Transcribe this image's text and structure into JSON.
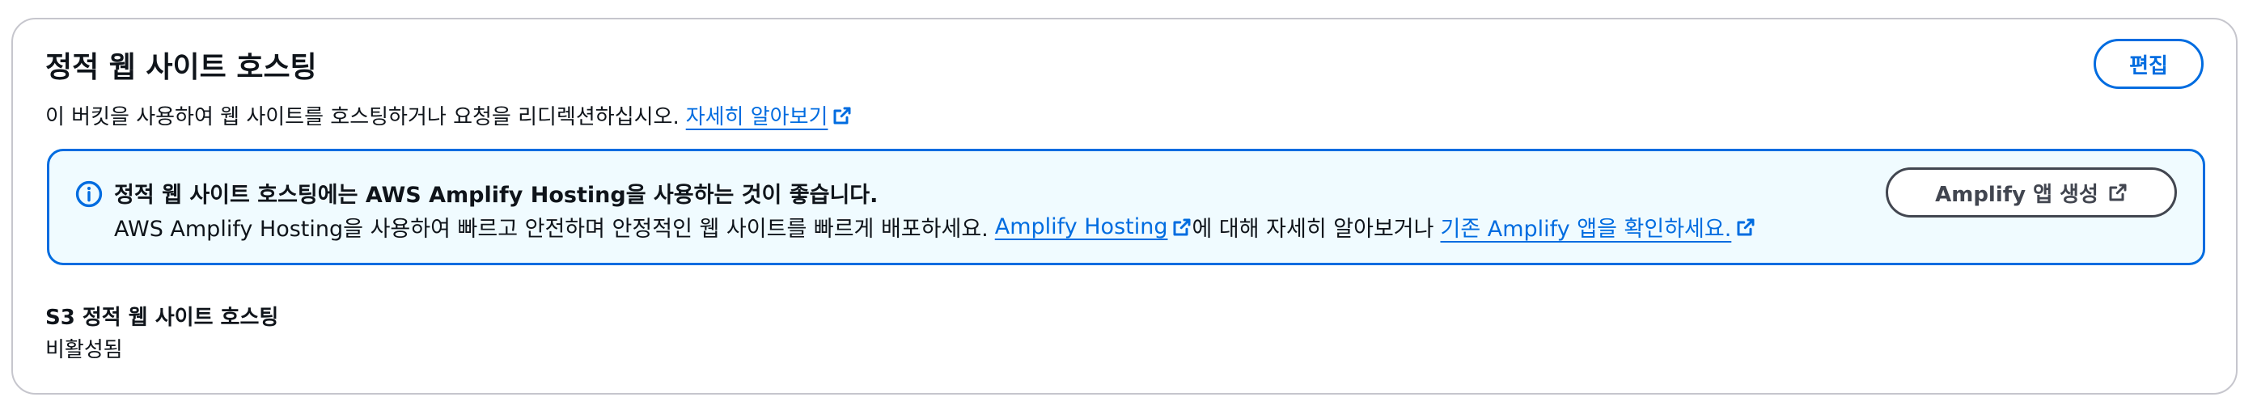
{
  "panel": {
    "title": "정적 웹 사이트 호스팅",
    "description": "이 버킷을 사용하여 웹 사이트를 호스팅하거나 요청을 리디렉션하십시오.",
    "learn_more_link": "자세히 알아보기",
    "edit_button": "편집"
  },
  "alert": {
    "heading": "정적 웹 사이트 호스팅에는 AWS Amplify Hosting을 사용하는 것이 좋습니다.",
    "body_prefix": "AWS Amplify Hosting을 사용하여 빠르고 안전하며 안정적인 웹 사이트를 빠르게 배포하세요.",
    "amplify_hosting_link": "Amplify Hosting",
    "body_middle": "에 대해 자세히 알아보거나",
    "existing_apps_link": "기존 Amplify 앱을 확인하세요.",
    "create_app_button": "Amplify 앱 생성"
  },
  "field": {
    "label": "S3 정적 웹 사이트 호스팅",
    "value": "비활성됨"
  },
  "icons": {
    "info": "info-icon",
    "external": "external-link-icon"
  },
  "colors": {
    "link": "#006ce0",
    "alert_border": "#006ce0",
    "alert_background": "#f0fbff",
    "secondary_button": "#424650"
  }
}
